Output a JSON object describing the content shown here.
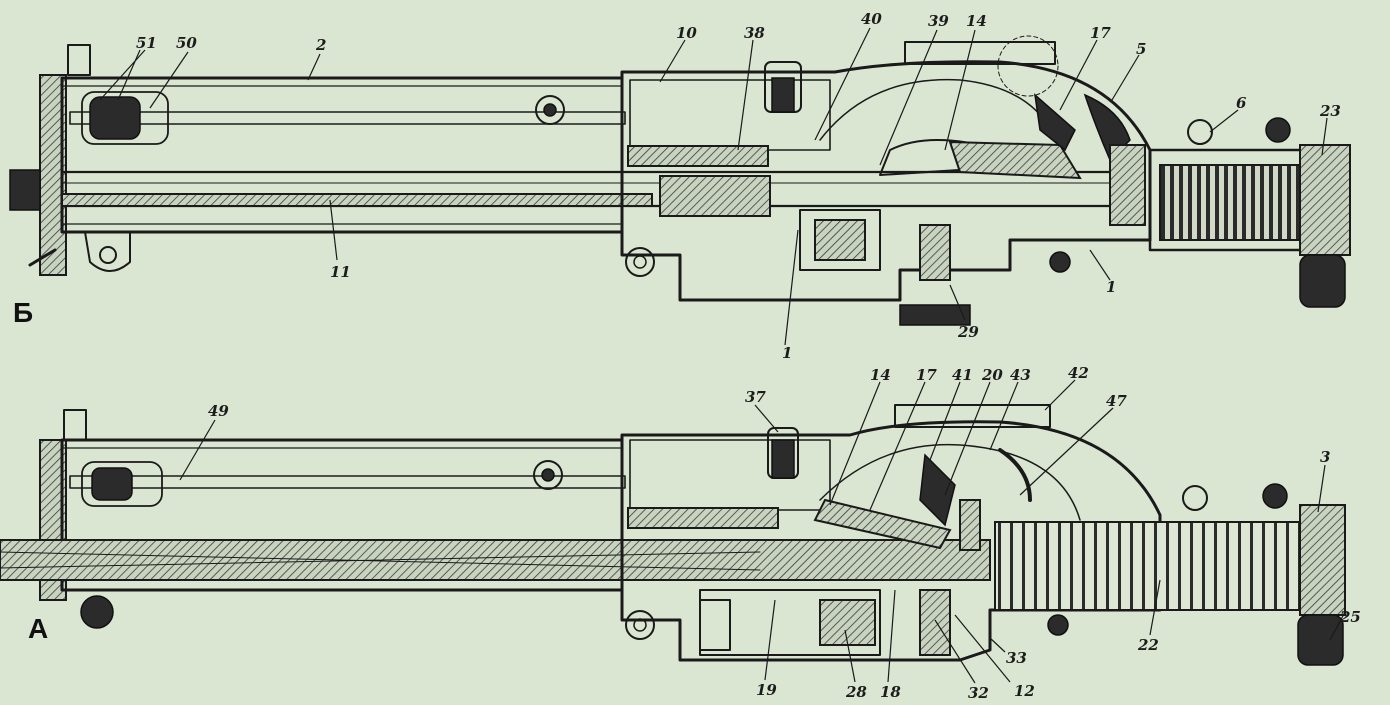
{
  "views": [
    {
      "id": "B",
      "letter": "Б",
      "callouts": [
        {
          "text": "51"
        },
        {
          "text": "50"
        },
        {
          "text": "2"
        },
        {
          "text": "10"
        },
        {
          "text": "38"
        },
        {
          "text": "40"
        },
        {
          "text": "39"
        },
        {
          "text": "14"
        },
        {
          "text": "17"
        },
        {
          "text": "5"
        },
        {
          "text": "6"
        },
        {
          "text": "23"
        },
        {
          "text": "11"
        },
        {
          "text": "1"
        },
        {
          "text": "29"
        },
        {
          "text": "1"
        }
      ]
    },
    {
      "id": "A",
      "letter": "А",
      "callouts": [
        {
          "text": "49"
        },
        {
          "text": "37"
        },
        {
          "text": "14"
        },
        {
          "text": "17"
        },
        {
          "text": "41"
        },
        {
          "text": "20"
        },
        {
          "text": "43"
        },
        {
          "text": "42"
        },
        {
          "text": "47"
        },
        {
          "text": "3"
        },
        {
          "text": "25"
        },
        {
          "text": "22"
        },
        {
          "text": "33"
        },
        {
          "text": "12"
        },
        {
          "text": "32"
        },
        {
          "text": "18"
        },
        {
          "text": "28"
        },
        {
          "text": "19"
        }
      ]
    }
  ],
  "colors": {
    "background": "#dbe6d2",
    "ink": "#1a1a1a",
    "hatch": "#3a3a3a"
  }
}
